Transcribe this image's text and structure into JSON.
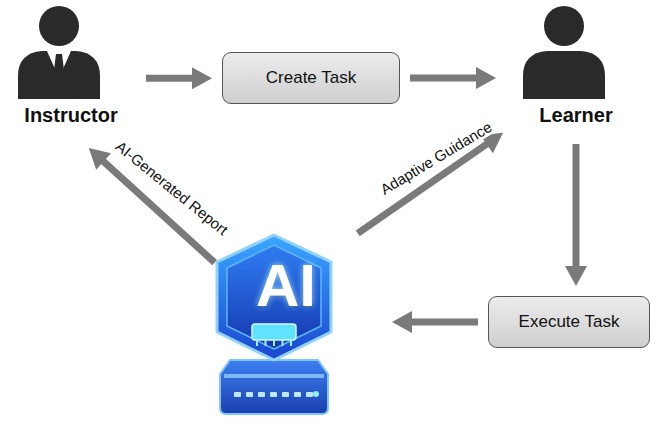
{
  "diagram": {
    "nodes": [
      {
        "text": [
          "Instructor"
        ]
      },
      {
        "text": [
          "Create Task"
        ]
      },
      {
        "text": [
          "Learner"
        ]
      },
      {
        "text": [
          "AI"
        ]
      },
      {
        "text": [
          "Execute Task"
        ]
      }
    ],
    "edges": [
      {
        "from": 0,
        "to": 1,
        "arrow": "to"
      },
      {
        "from": 1,
        "to": 2,
        "arrow": "to"
      },
      {
        "from": 2,
        "to": 4,
        "arrow": "to"
      },
      {
        "from": 4,
        "to": 3,
        "arrow": "to"
      },
      {
        "from": 3,
        "to": 0,
        "label": "AI-Generated Report",
        "arrow": "to"
      },
      {
        "from": 3,
        "to": 2,
        "label": "Adaptive Guidance",
        "arrow": "to"
      }
    ]
  }
}
